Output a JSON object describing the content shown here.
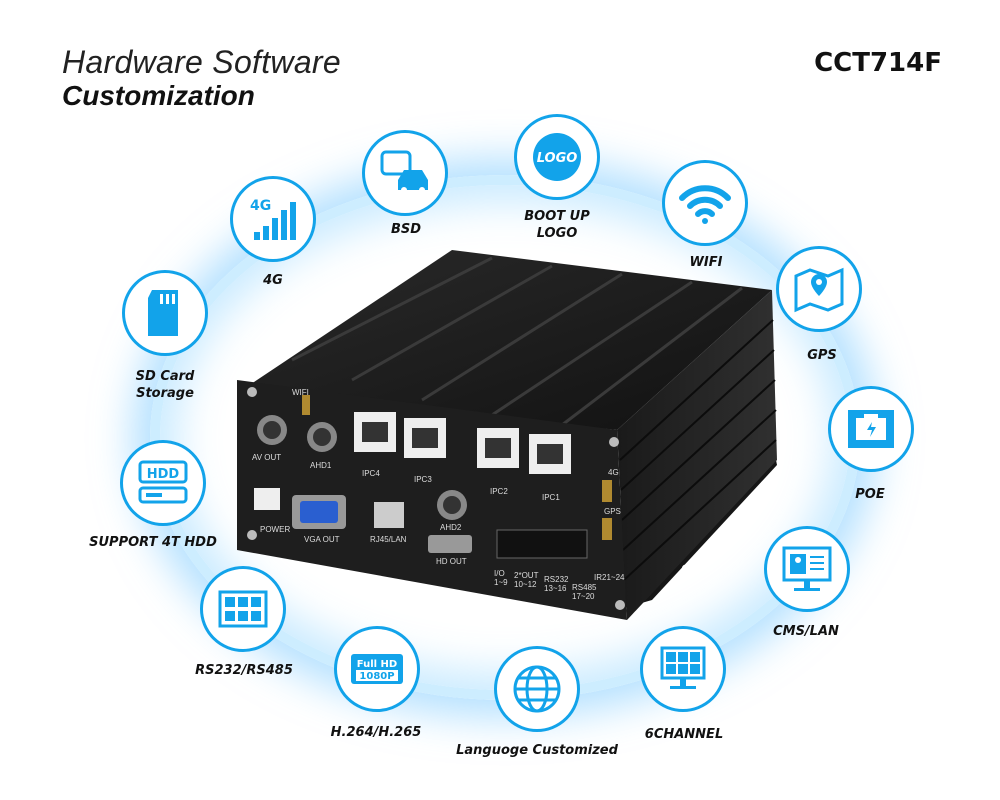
{
  "header": {
    "title_line1": "Hardware Software",
    "title_line2": "Customization",
    "model": "CCT714F"
  },
  "features": [
    {
      "label": "4G",
      "icon": "signal-4g-icon"
    },
    {
      "label": "BSD",
      "icon": "blind-spot-cars-icon"
    },
    {
      "label": "BOOT UP\nLOGO",
      "icon": "logo-badge-icon",
      "badge": "LOGO"
    },
    {
      "label": "WIFI",
      "icon": "wifi-icon"
    },
    {
      "label": "GPS",
      "icon": "map-pin-icon"
    },
    {
      "label": "POE",
      "icon": "ethernet-port-icon"
    },
    {
      "label": "CMS/LAN",
      "icon": "monitor-user-icon"
    },
    {
      "label": "6CHANNEL",
      "icon": "grid-monitor-icon"
    },
    {
      "label": "Languoge Customized",
      "icon": "globe-icon"
    },
    {
      "label": "H.264/H.265",
      "icon": "fullhd-badge-icon",
      "badge_top": "Full HD",
      "badge_bottom": "1080P"
    },
    {
      "label": "RS232/RS485",
      "icon": "connector-ports-icon"
    },
    {
      "label": "SUPPORT 4T HDD",
      "icon": "hdd-icon",
      "badge": "HDD"
    },
    {
      "label": "SD Card\nStorage",
      "icon": "sd-card-icon"
    }
  ],
  "device": {
    "labels": {
      "wifi": "WIFI",
      "av_out": "AV OUT",
      "ahd1": "AHD1",
      "ipc4": "IPC4",
      "ipc3": "IPC3",
      "ipc2": "IPC2",
      "ipc1": "IPC1",
      "g4": "4G",
      "gps": "GPS",
      "power": "POWER",
      "vga_out": "VGA OUT",
      "rj45": "RJ45/LAN",
      "ahd2": "AHD2",
      "hd_out": "HD OUT",
      "io": "I/O\n1~9",
      "out": "2*OUT\n10~12",
      "rs232": "RS232\n13~16",
      "rs485": "RS485\n17~20",
      "ir": "IR21~24"
    }
  },
  "colors": {
    "accent": "#12a3ea",
    "device_body": "#1c1c1c"
  }
}
